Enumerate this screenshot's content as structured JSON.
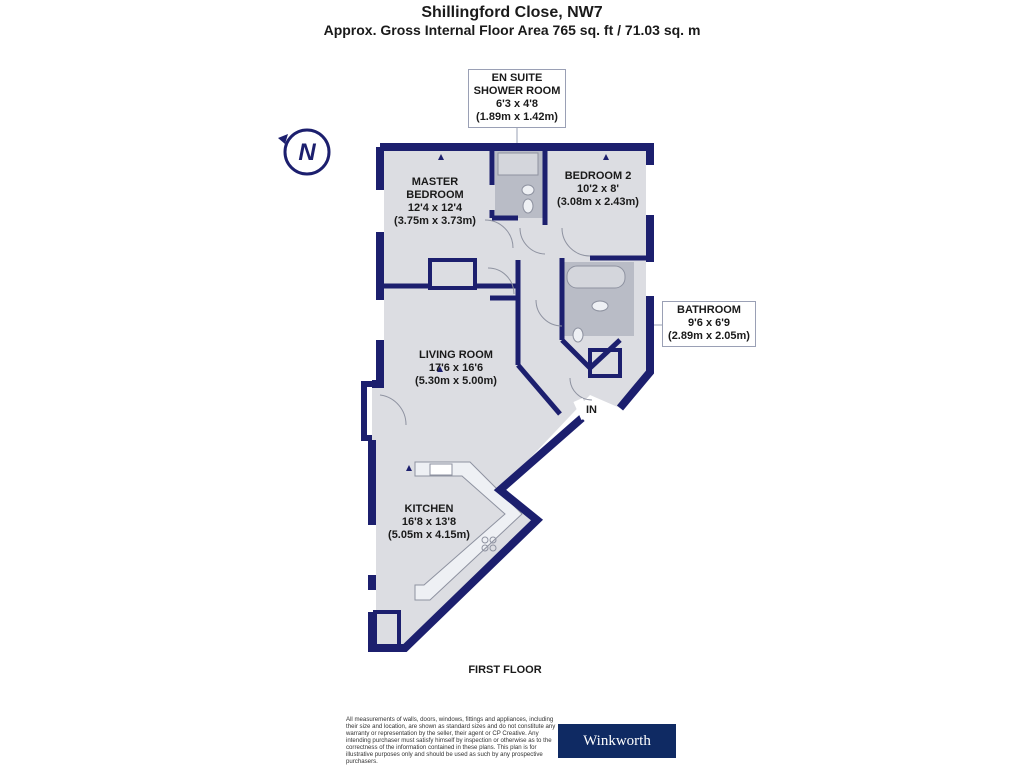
{
  "header": {
    "title": "Shillingford Close, NW7",
    "subtitle": "Approx. Gross Internal Floor Area 765 sq. ft / 71.03 sq. m"
  },
  "rooms": {
    "en_suite": {
      "line1": "EN SUITE",
      "line2": "SHOWER ROOM",
      "imperial": "6'3 x 4'8",
      "metric": "(1.89m x 1.42m)"
    },
    "master_bedroom": {
      "line1": "MASTER",
      "line2": "BEDROOM",
      "imperial": "12'4 x 12'4",
      "metric": "(3.75m x 3.73m)"
    },
    "bedroom_2": {
      "name": "BEDROOM 2",
      "imperial": "10'2 x 8'",
      "metric": "(3.08m x 2.43m)"
    },
    "bathroom": {
      "name": "BATHROOM",
      "imperial": "9'6 x 6'9",
      "metric": "(2.89m x 2.05m)"
    },
    "living_room": {
      "name": "LIVING ROOM",
      "imperial": "17'6 x 16'6",
      "metric": "(5.30m x 5.00m)"
    },
    "kitchen": {
      "name": "KITCHEN",
      "imperial": "16'8 x 13'8",
      "metric": "(5.05m x 4.15m)"
    }
  },
  "entrance_label": "IN",
  "floor_label": "FIRST FLOOR",
  "compass_letter": "N",
  "disclaimer": "All measurements of walls, doors, windows, fittings and appliances, including their size and location, are shown as standard sizes and do not constitute any warranty or representation by the seller, their agent or CP Creative. Any intending purchaser must satisfy himself by inspection or otherwise as to the correctness of the information contained in these plans. This plan is for illustrative purposes only and should be used as such by any prospective purchasers.",
  "brand": "Winkworth",
  "colors": {
    "wall": "#1c1f6e",
    "floor": "#dcdde2",
    "fixture": "#b9bcc6"
  }
}
